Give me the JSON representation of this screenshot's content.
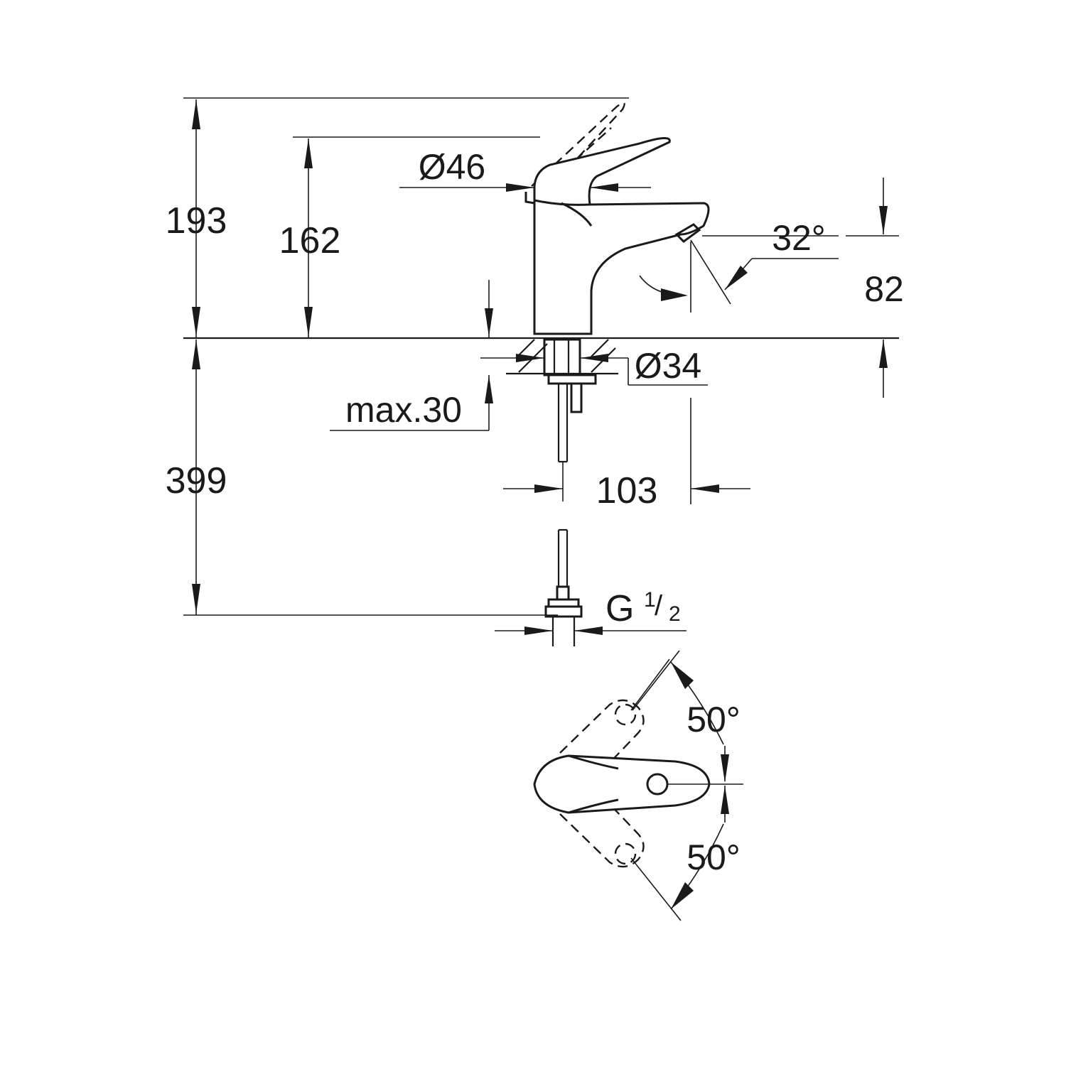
{
  "dimensions": {
    "total_height": "193",
    "lever_height": "162",
    "handle_diameter": "Ø46",
    "spout_angle": "32°",
    "spout_height": "82",
    "base_diameter": "Ø34",
    "max_deck_thickness": "max.30",
    "hose_length": "399",
    "projection": "103",
    "thread": {
      "main": "G",
      "numerator": "1",
      "slash": "/",
      "denominator": "2"
    },
    "swivel_angle_upper": "50°",
    "swivel_angle_lower": "50°"
  },
  "colors": {
    "line": "#1a1a1a",
    "background": "#ffffff"
  }
}
